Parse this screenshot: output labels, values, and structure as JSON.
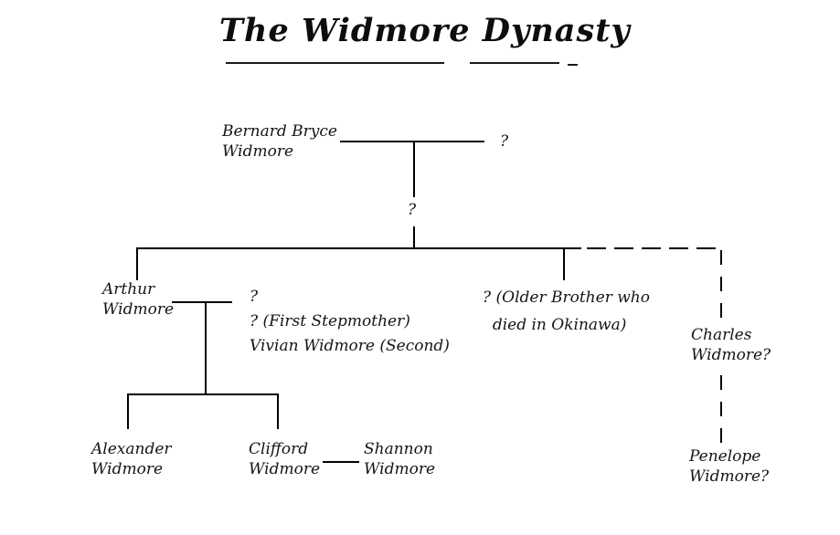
{
  "title": {
    "text": "The Widmore Dynasty"
  },
  "people": {
    "bernard": "Bernard Bryce\nWidmore",
    "bernard_spouse": "?",
    "unknown_child": "?",
    "arthur": "Arthur\nWidmore",
    "arthur_spouses": "?\n? (First Stepmother)\nVivian Widmore (Second)",
    "older_brother": "? (Older Brother who\n  died in Okinawa)",
    "charles": "Charles\nWidmore?",
    "alexander": "Alexander\nWidmore",
    "clifford": "Clifford\nWidmore",
    "shannon": "Shannon\nWidmore",
    "penelope": "Penelope\nWidmore?"
  },
  "structure": {
    "marriages": [
      "Bernard Bryce Widmore — ?",
      "Arthur Widmore — ? / ? (First Stepmother) / Vivian Widmore (Second)",
      "Clifford Widmore — Shannon Widmore"
    ],
    "descents": [
      "Bernard Bryce Widmore + ? -> ?",
      "? -> Arthur Widmore",
      "? -> ? (Older Brother who died in Okinawa)",
      "? -> Charles Widmore? (uncertain, dashed)",
      "Arthur Widmore -> Alexander Widmore",
      "Arthur Widmore -> Clifford Widmore",
      "Charles Widmore? -> Penelope Widmore? (uncertain, dashed)"
    ]
  }
}
